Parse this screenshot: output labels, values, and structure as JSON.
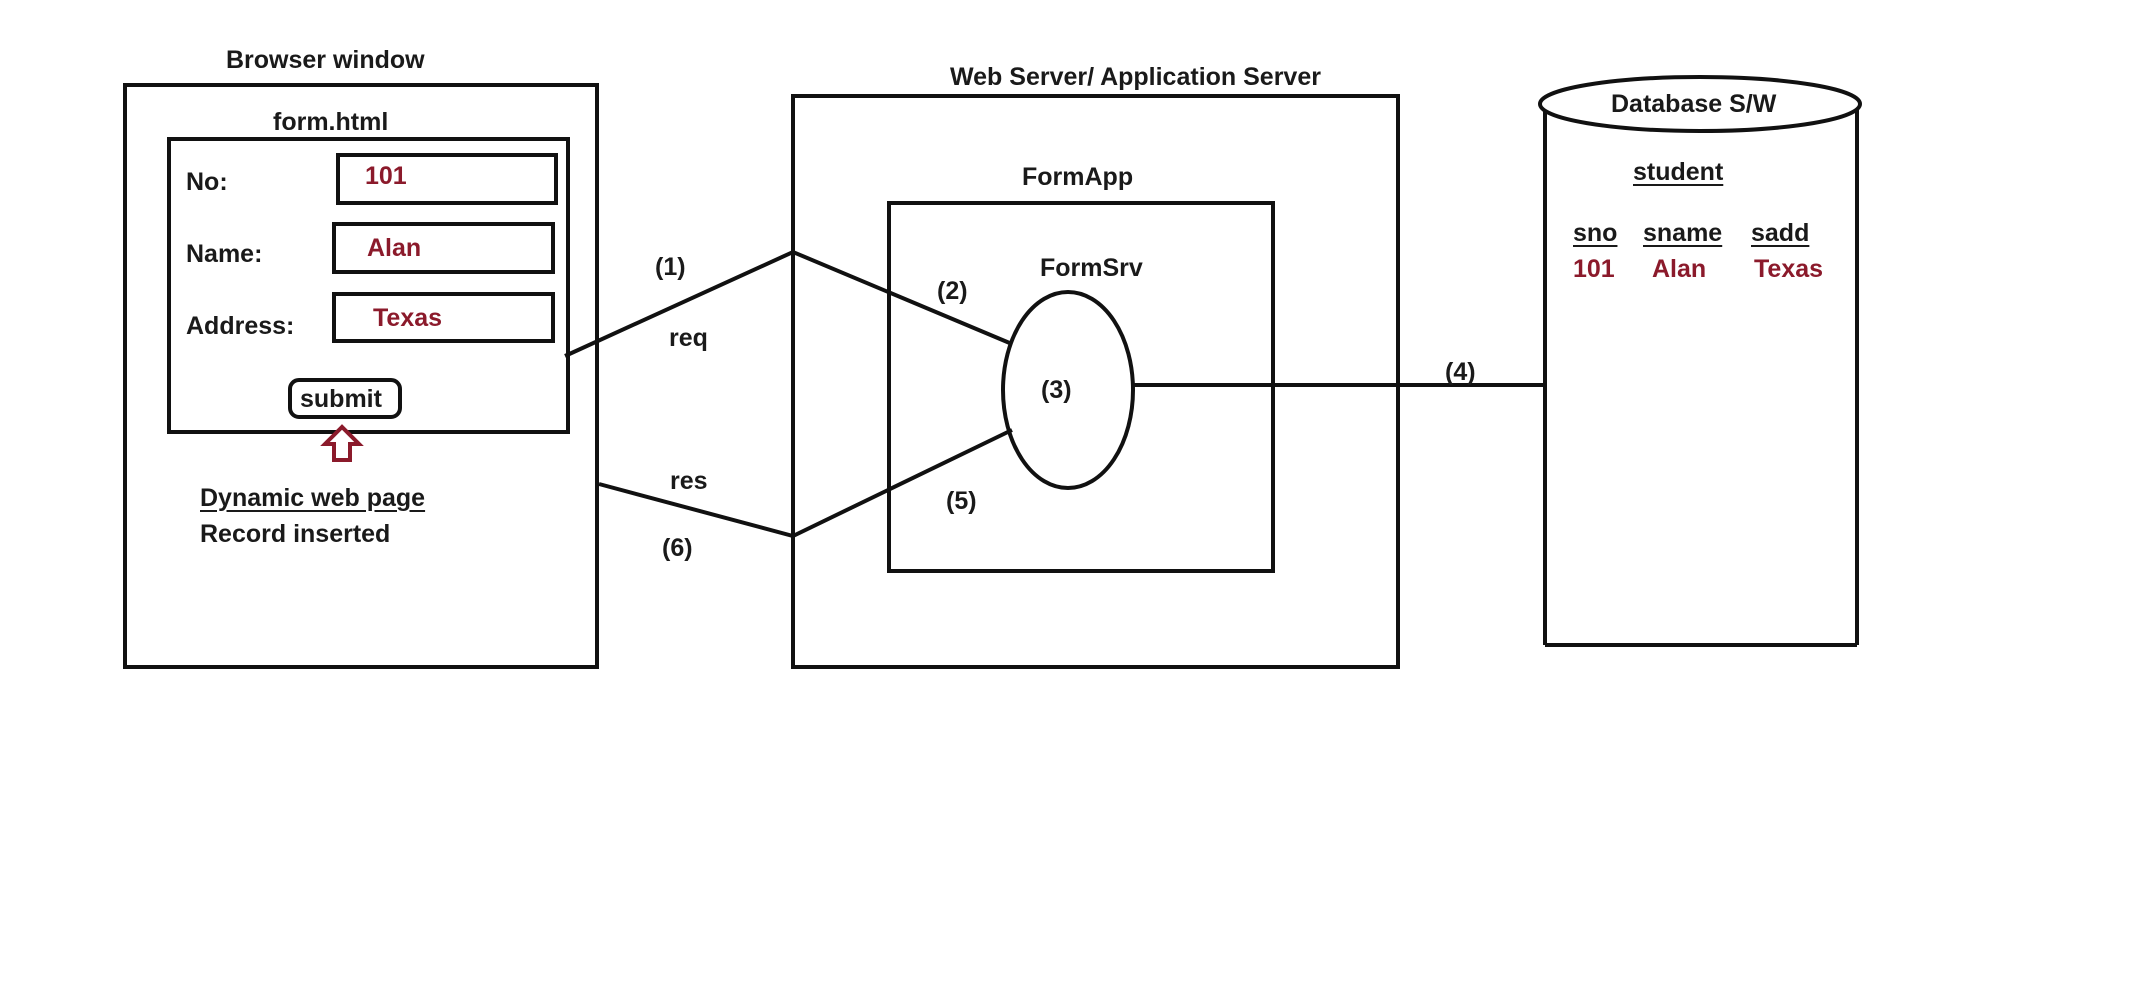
{
  "browser": {
    "title": "Browser window",
    "form_title": "form.html",
    "fields": {
      "no_label": "No:",
      "no_value": "101",
      "name_label": "Name:",
      "name_value": "Alan",
      "address_label": "Address:",
      "address_value": "Texas"
    },
    "submit_label": "submit",
    "result_title": "Dynamic web page",
    "result_text": "Record inserted"
  },
  "server": {
    "title": "Web Server/ Application Server",
    "app_title": "FormApp",
    "servlet_title": "FormSrv",
    "servlet_step": "(3)"
  },
  "flow": {
    "step1": "(1)",
    "step2": "(2)",
    "step4": "(4)",
    "step5": "(5)",
    "step6": "(6)",
    "req_label": "req",
    "res_label": "res"
  },
  "database": {
    "title": "Database S/W",
    "table_name": "student",
    "columns": [
      "sno",
      "sname",
      "sadd"
    ],
    "rows": [
      [
        "101",
        "Alan",
        "Texas"
      ]
    ]
  },
  "colors": {
    "stroke": "#111111",
    "accent": "#8b1a2b"
  }
}
